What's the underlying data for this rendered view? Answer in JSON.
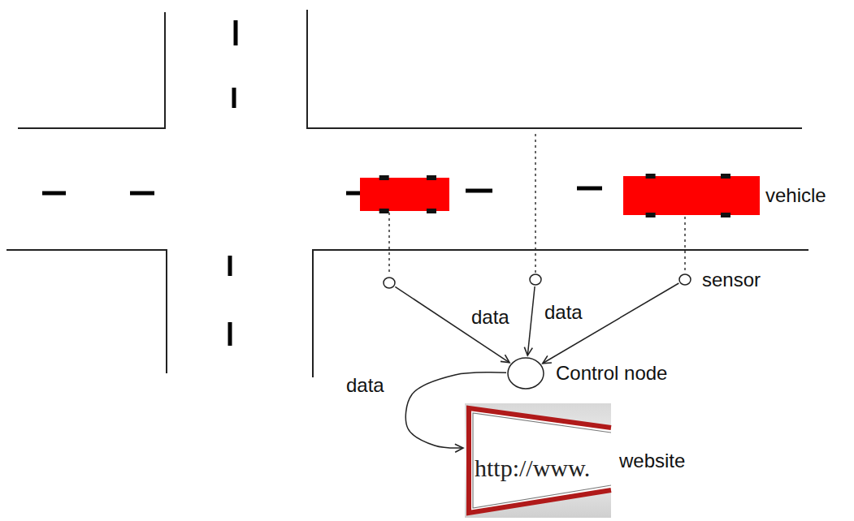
{
  "diagram": {
    "nodes": [
      {
        "text": []
      },
      {
        "text": [
          "vehicle"
        ]
      },
      {
        "text": []
      },
      {
        "text": []
      },
      {
        "text": [
          "sensor"
        ]
      },
      {
        "text": [
          "Control node"
        ]
      },
      {
        "text": [
          "http://www.",
          "website"
        ]
      }
    ],
    "edges": [
      {
        "from": 0,
        "to": 2,
        "arrow": "none"
      },
      {
        "from": 1,
        "to": 4,
        "arrow": "none"
      },
      {
        "from": 2,
        "to": 5,
        "label": "data",
        "arrow": "to"
      },
      {
        "from": 3,
        "to": 5,
        "label": "data",
        "arrow": "to"
      },
      {
        "from": 4,
        "to": 5,
        "arrow": "to"
      },
      {
        "from": 5,
        "to": 6,
        "label": "data",
        "arrow": "to"
      }
    ]
  }
}
